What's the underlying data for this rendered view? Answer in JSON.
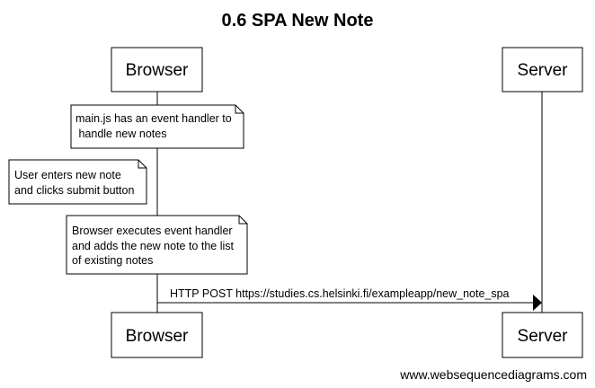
{
  "title": "0.6 SPA New Note",
  "actors": {
    "browser": "Browser",
    "server": "Server"
  },
  "notes": [
    {
      "lines": [
        "main.js has an event handler to",
        " handle new notes"
      ]
    },
    {
      "lines": [
        "User enters new note",
        "and clicks submit button"
      ]
    },
    {
      "lines": [
        "Browser executes event handler",
        "and adds the new note to the list",
        "of existing notes"
      ]
    }
  ],
  "messages": [
    {
      "from": "browser",
      "to": "server",
      "label": "HTTP POST https://studies.cs.helsinki.fi/exampleapp/new_note_spa"
    }
  ],
  "footer": "www.websequencediagrams.com"
}
